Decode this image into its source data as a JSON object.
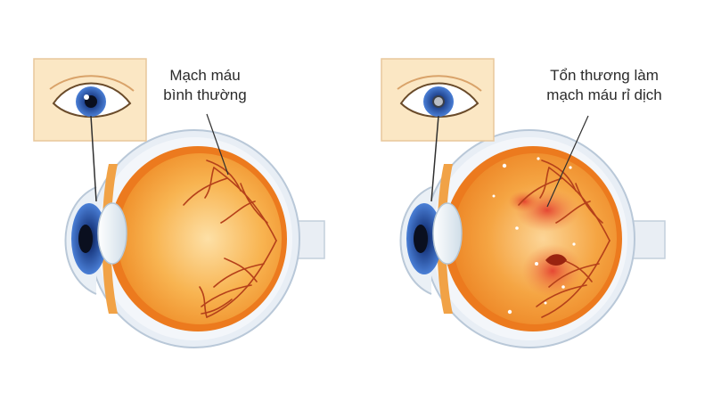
{
  "panels": [
    {
      "id": "normal",
      "label_lines": [
        "Mạch máu",
        "bình thường"
      ]
    },
    {
      "id": "damaged",
      "label_lines": [
        "Tổn thương làm",
        "mạch máu rỉ dịch"
      ]
    }
  ],
  "colors": {
    "sclera_outer": "#e6edf4",
    "sclera_stroke": "#b8c7d6",
    "choroid": "#ee7a1c",
    "retina_fill": "#f5a43c",
    "retina_center": "#fbd08a",
    "vessel": "#b23a12",
    "iris_blue": "#2f5fb8",
    "leak_red": "#e8452a",
    "inset_bg": "#fbe6c2",
    "inset_border": "#e9c79a"
  },
  "icons": [
    "eye-closeup-icon",
    "eyeball-cross-section-icon"
  ]
}
